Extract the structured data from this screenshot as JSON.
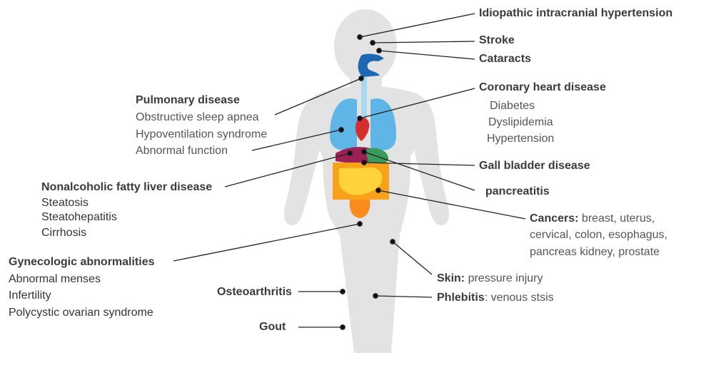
{
  "diagram": {
    "labels": {
      "idiopathic": "Idiopathic intracranial hypertension",
      "stroke": "Stroke",
      "cataracts": "Cataracts",
      "coronary": "Coronary heart disease",
      "diabetes": "Diabetes",
      "dyslipidemia": "Dyslipidemia",
      "hypertension": "Hypertension",
      "pulmonary": "Pulmonary disease",
      "sleep_apnea": "Obstructive sleep apnea",
      "hypoventilation": "Hypoventilation syndrome",
      "abnormal_function": "Abnormal function",
      "gall_bladder": "Gall bladder disease",
      "pancreatitis": "pancreatitis",
      "nafld": "Nonalcoholic fatty liver disease",
      "steatosis": "Steatosis",
      "steatohepatitis": "Steatohepatitis",
      "cirrhosis": "Cirrhosis",
      "cancers_title": "Cancers:",
      "cancers_list1": " breast, uterus,",
      "cancers_list2": "cervical, colon, esophagus,",
      "cancers_list3": "pancreas kidney, prostate",
      "gyneco": "Gynecologic abnormalities",
      "abnormal_menses": "Abnormal menses",
      "infertility": "Infertility",
      "pcos": "Polycystic ovarian syndrome",
      "skin_title": "Skin:",
      "skin_text": " pressure injury",
      "osteoarthritis": "Osteoarthritis",
      "phlebitis_title": "Phlebitis",
      "phlebitis_text": ": venous stsis",
      "gout": "Gout"
    },
    "colors": {
      "silhouette": "#e3e3e3",
      "lungs": "#5fb6e6",
      "airway": "#1f66b3",
      "heart": "#d32f2f",
      "liver": "#9c1f56",
      "stomach": "#3a9b5a",
      "intestines": "#f7a21a",
      "small_intestine": "#fdd23b",
      "bladder": "#f98c1c",
      "connector": "#222222"
    }
  }
}
